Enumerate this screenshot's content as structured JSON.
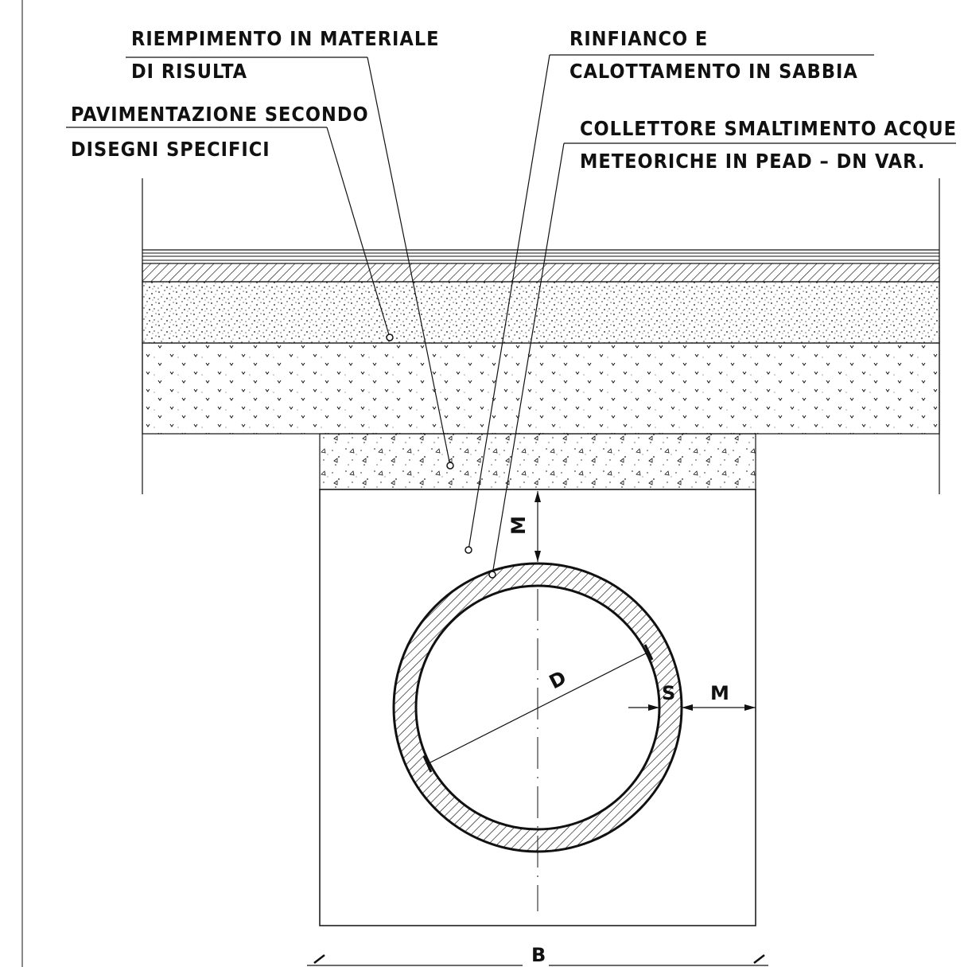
{
  "labels": {
    "riempimento_line1": "RIEMPIMENTO IN MATERIALE",
    "riempimento_line2": "DI RISULTA",
    "pavimentazione_line1": "PAVIMENTAZIONE SECONDO",
    "pavimentazione_line2": "DISEGNI SPECIFICI",
    "rinfianco_line1": "RINFIANCO E",
    "rinfianco_line2": "CALOTTAMENTO IN SABBIA",
    "collettore_line1": "COLLETTORE SMALTIMENTO ACQUE",
    "collettore_line2": "METEORICHE IN PEAD – DN VAR."
  },
  "dimensions": {
    "top_cover": "M",
    "side_cover": "M",
    "diameter": "D",
    "thickness": "S",
    "trench_width": "B"
  },
  "colors": {
    "line": "#111111",
    "background": "#ffffff"
  }
}
